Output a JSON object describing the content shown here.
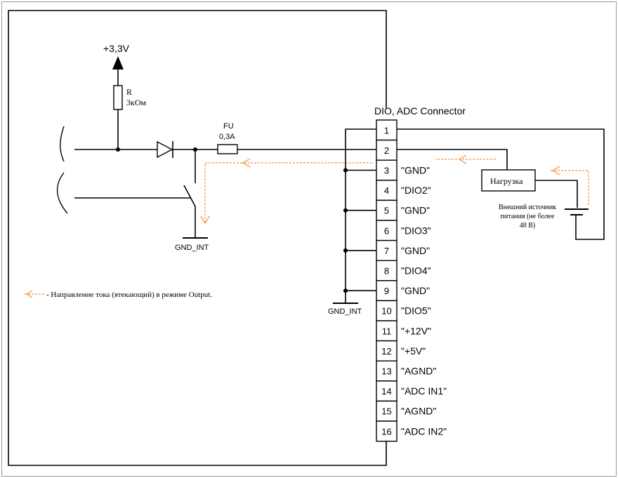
{
  "power": {
    "supply_label": "+3,3V"
  },
  "resistor": {
    "name": "R",
    "value": "3кОм"
  },
  "fuse": {
    "name": "FU",
    "rating": "0,3А"
  },
  "ground": {
    "left_label": "GND_INT",
    "bus_label": "GND_INT"
  },
  "connector": {
    "title": "DIO, ADC Connector",
    "pins": [
      {
        "number": "1",
        "signal": ""
      },
      {
        "number": "2",
        "signal": ""
      },
      {
        "number": "3",
        "signal": "\"GND\""
      },
      {
        "number": "4",
        "signal": "\"DIO2\""
      },
      {
        "number": "5",
        "signal": "\"GND\""
      },
      {
        "number": "6",
        "signal": "\"DIO3\""
      },
      {
        "number": "7",
        "signal": "\"GND\""
      },
      {
        "number": "8",
        "signal": "\"DIO4\""
      },
      {
        "number": "9",
        "signal": "\"GND\""
      },
      {
        "number": "10",
        "signal": "\"DIO5\""
      },
      {
        "number": "11",
        "signal": "\"+12V\""
      },
      {
        "number": "12",
        "signal": "\"+5V\""
      },
      {
        "number": "13",
        "signal": "\"AGND\""
      },
      {
        "number": "14",
        "signal": "\"ADC IN1\""
      },
      {
        "number": "15",
        "signal": "\"AGND\""
      },
      {
        "number": "16",
        "signal": "\"ADC IN2\""
      }
    ]
  },
  "load": {
    "label": "Нагрузка"
  },
  "external_supply": {
    "lines": [
      "Внешний источник",
      "питания (не более",
      "48 В)"
    ]
  },
  "legend": {
    "text": "- Направление тока (втекающий) в режиме Output."
  },
  "colors": {
    "current_arrow": "#f5a25a",
    "line": "#000000"
  }
}
